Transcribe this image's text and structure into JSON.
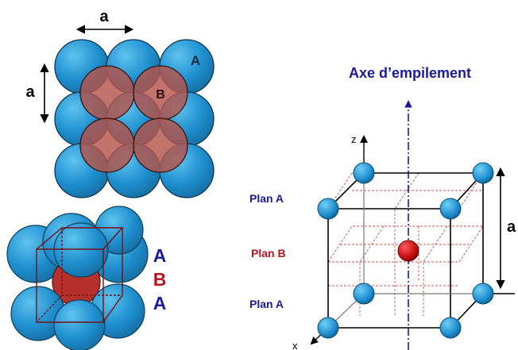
{
  "colors": {
    "atom_a": "#1f8fcf",
    "atom_a_light": "#4fb6e6",
    "atom_b": "#b5544a",
    "atom_b_dark": "#b01818",
    "navy": "#1a1a9c",
    "red_label": "#b8141e"
  },
  "top_left": {
    "dim_horizontal": "a",
    "dim_vertical": "a",
    "atom_label_a": "A",
    "atom_label_b": "B"
  },
  "bottom_left": {
    "layers": [
      "A",
      "B",
      "A"
    ]
  },
  "right": {
    "axis_title": "Axe d’empilement",
    "plan_top": "Plan A",
    "plan_middle": "Plan B",
    "plan_bottom": "Plan A",
    "dim_label": "a",
    "axis_z": "z",
    "axis_x": "x"
  }
}
